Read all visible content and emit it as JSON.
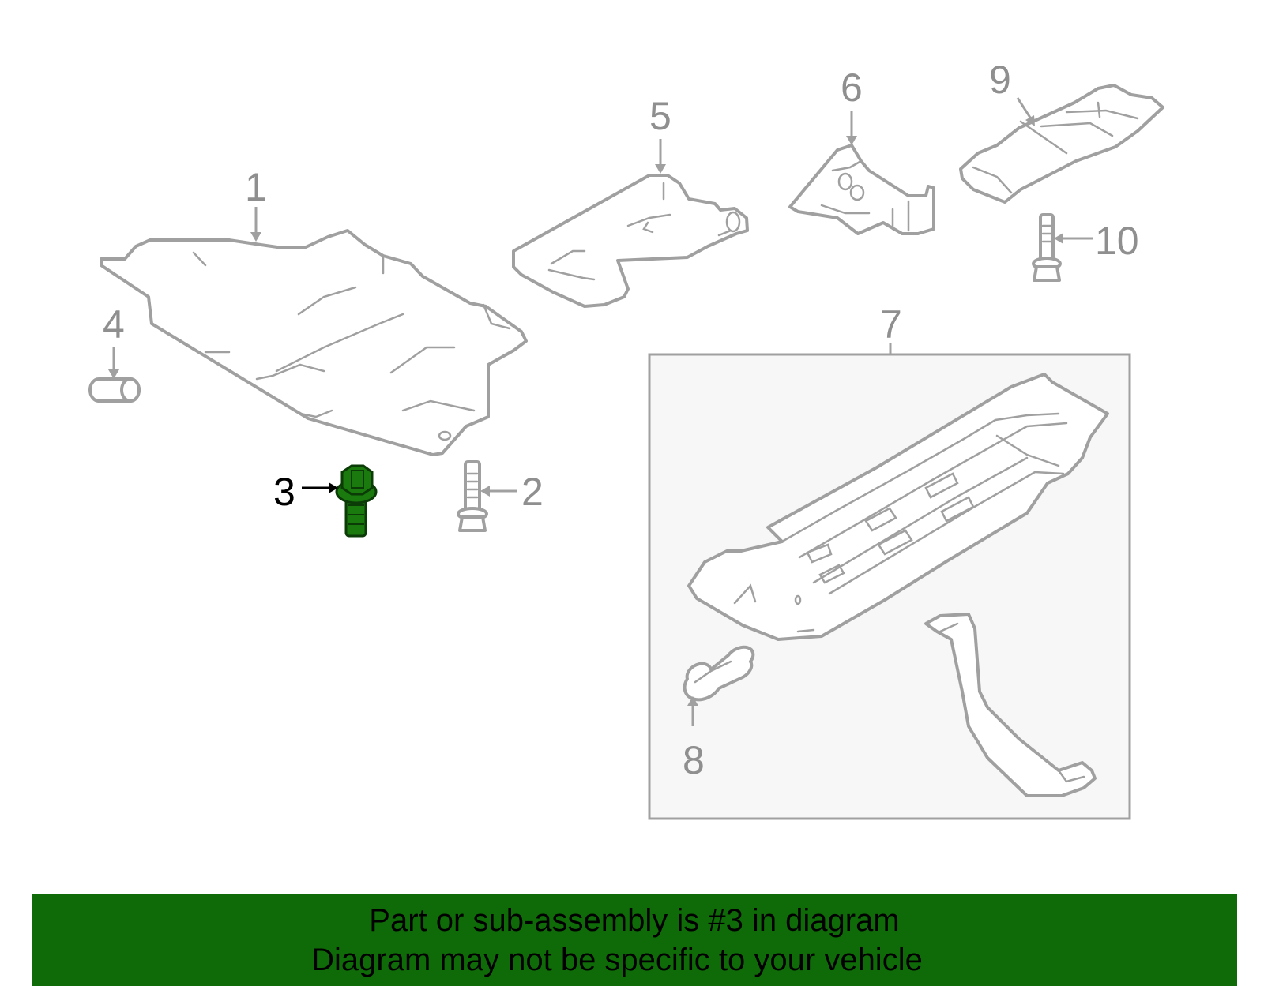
{
  "callouts": {
    "c1": "1",
    "c2": "2",
    "c3": "3",
    "c4": "4",
    "c5": "5",
    "c6": "6",
    "c7": "7",
    "c8": "8",
    "c9": "9",
    "c10": "10"
  },
  "highlight_callout": "3",
  "colors": {
    "line_gray": "#a0a0a0",
    "highlight_green": "#1a7a0e",
    "banner_green": "#0f6b08",
    "box_fill": "#f7f7f7"
  },
  "banner": {
    "line1": "Part or sub-assembly is #3 in diagram",
    "line2": "Diagram may not be specific to your vehicle"
  }
}
